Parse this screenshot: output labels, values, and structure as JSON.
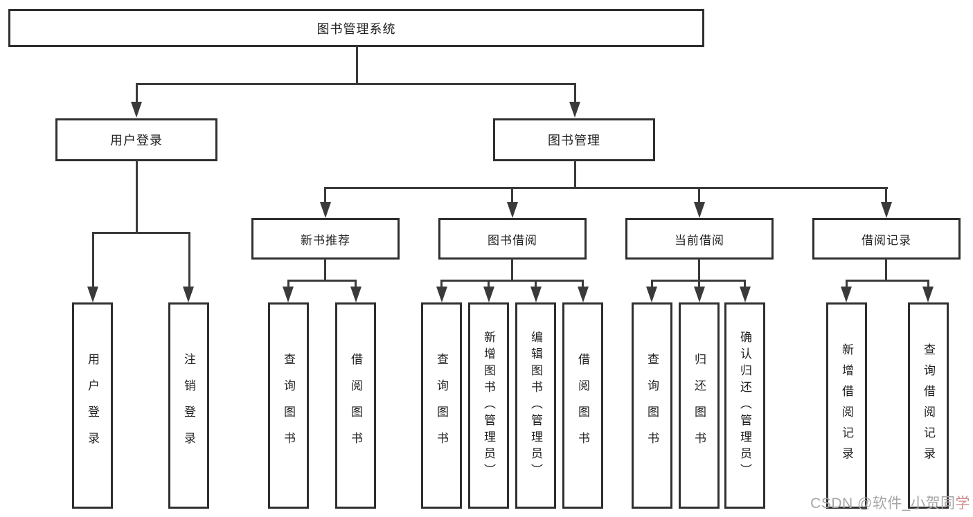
{
  "tree": {
    "root": "图书管理系统",
    "level2": [
      "用户登录",
      "图书管理"
    ],
    "level3": [
      "新书推荐",
      "图书借阅",
      "当前借阅",
      "借阅记录"
    ],
    "leaves_user_login": [
      "用户登录",
      "注销登录"
    ],
    "leaves_new_books": [
      "查询图书",
      "借阅图书"
    ],
    "leaves_book_borrow": [
      "查询图书",
      "新增图书（管理员）",
      "编辑图书（管理员）",
      "借阅图书"
    ],
    "leaves_current_borrow": [
      "查询图书",
      "归还图书",
      "确认归还（管理员）"
    ],
    "leaves_borrow_records": [
      "新增借阅记录",
      "查询借阅记录"
    ]
  },
  "watermark": {
    "text": "CSDN @软件_小贺同",
    "accent": "学"
  },
  "colors": {
    "line": "#3a3a3a",
    "box_border": "#2f2f2f",
    "text": "#1f1f1f",
    "background": "#ffffff",
    "watermark": "#a6a6a6"
  }
}
